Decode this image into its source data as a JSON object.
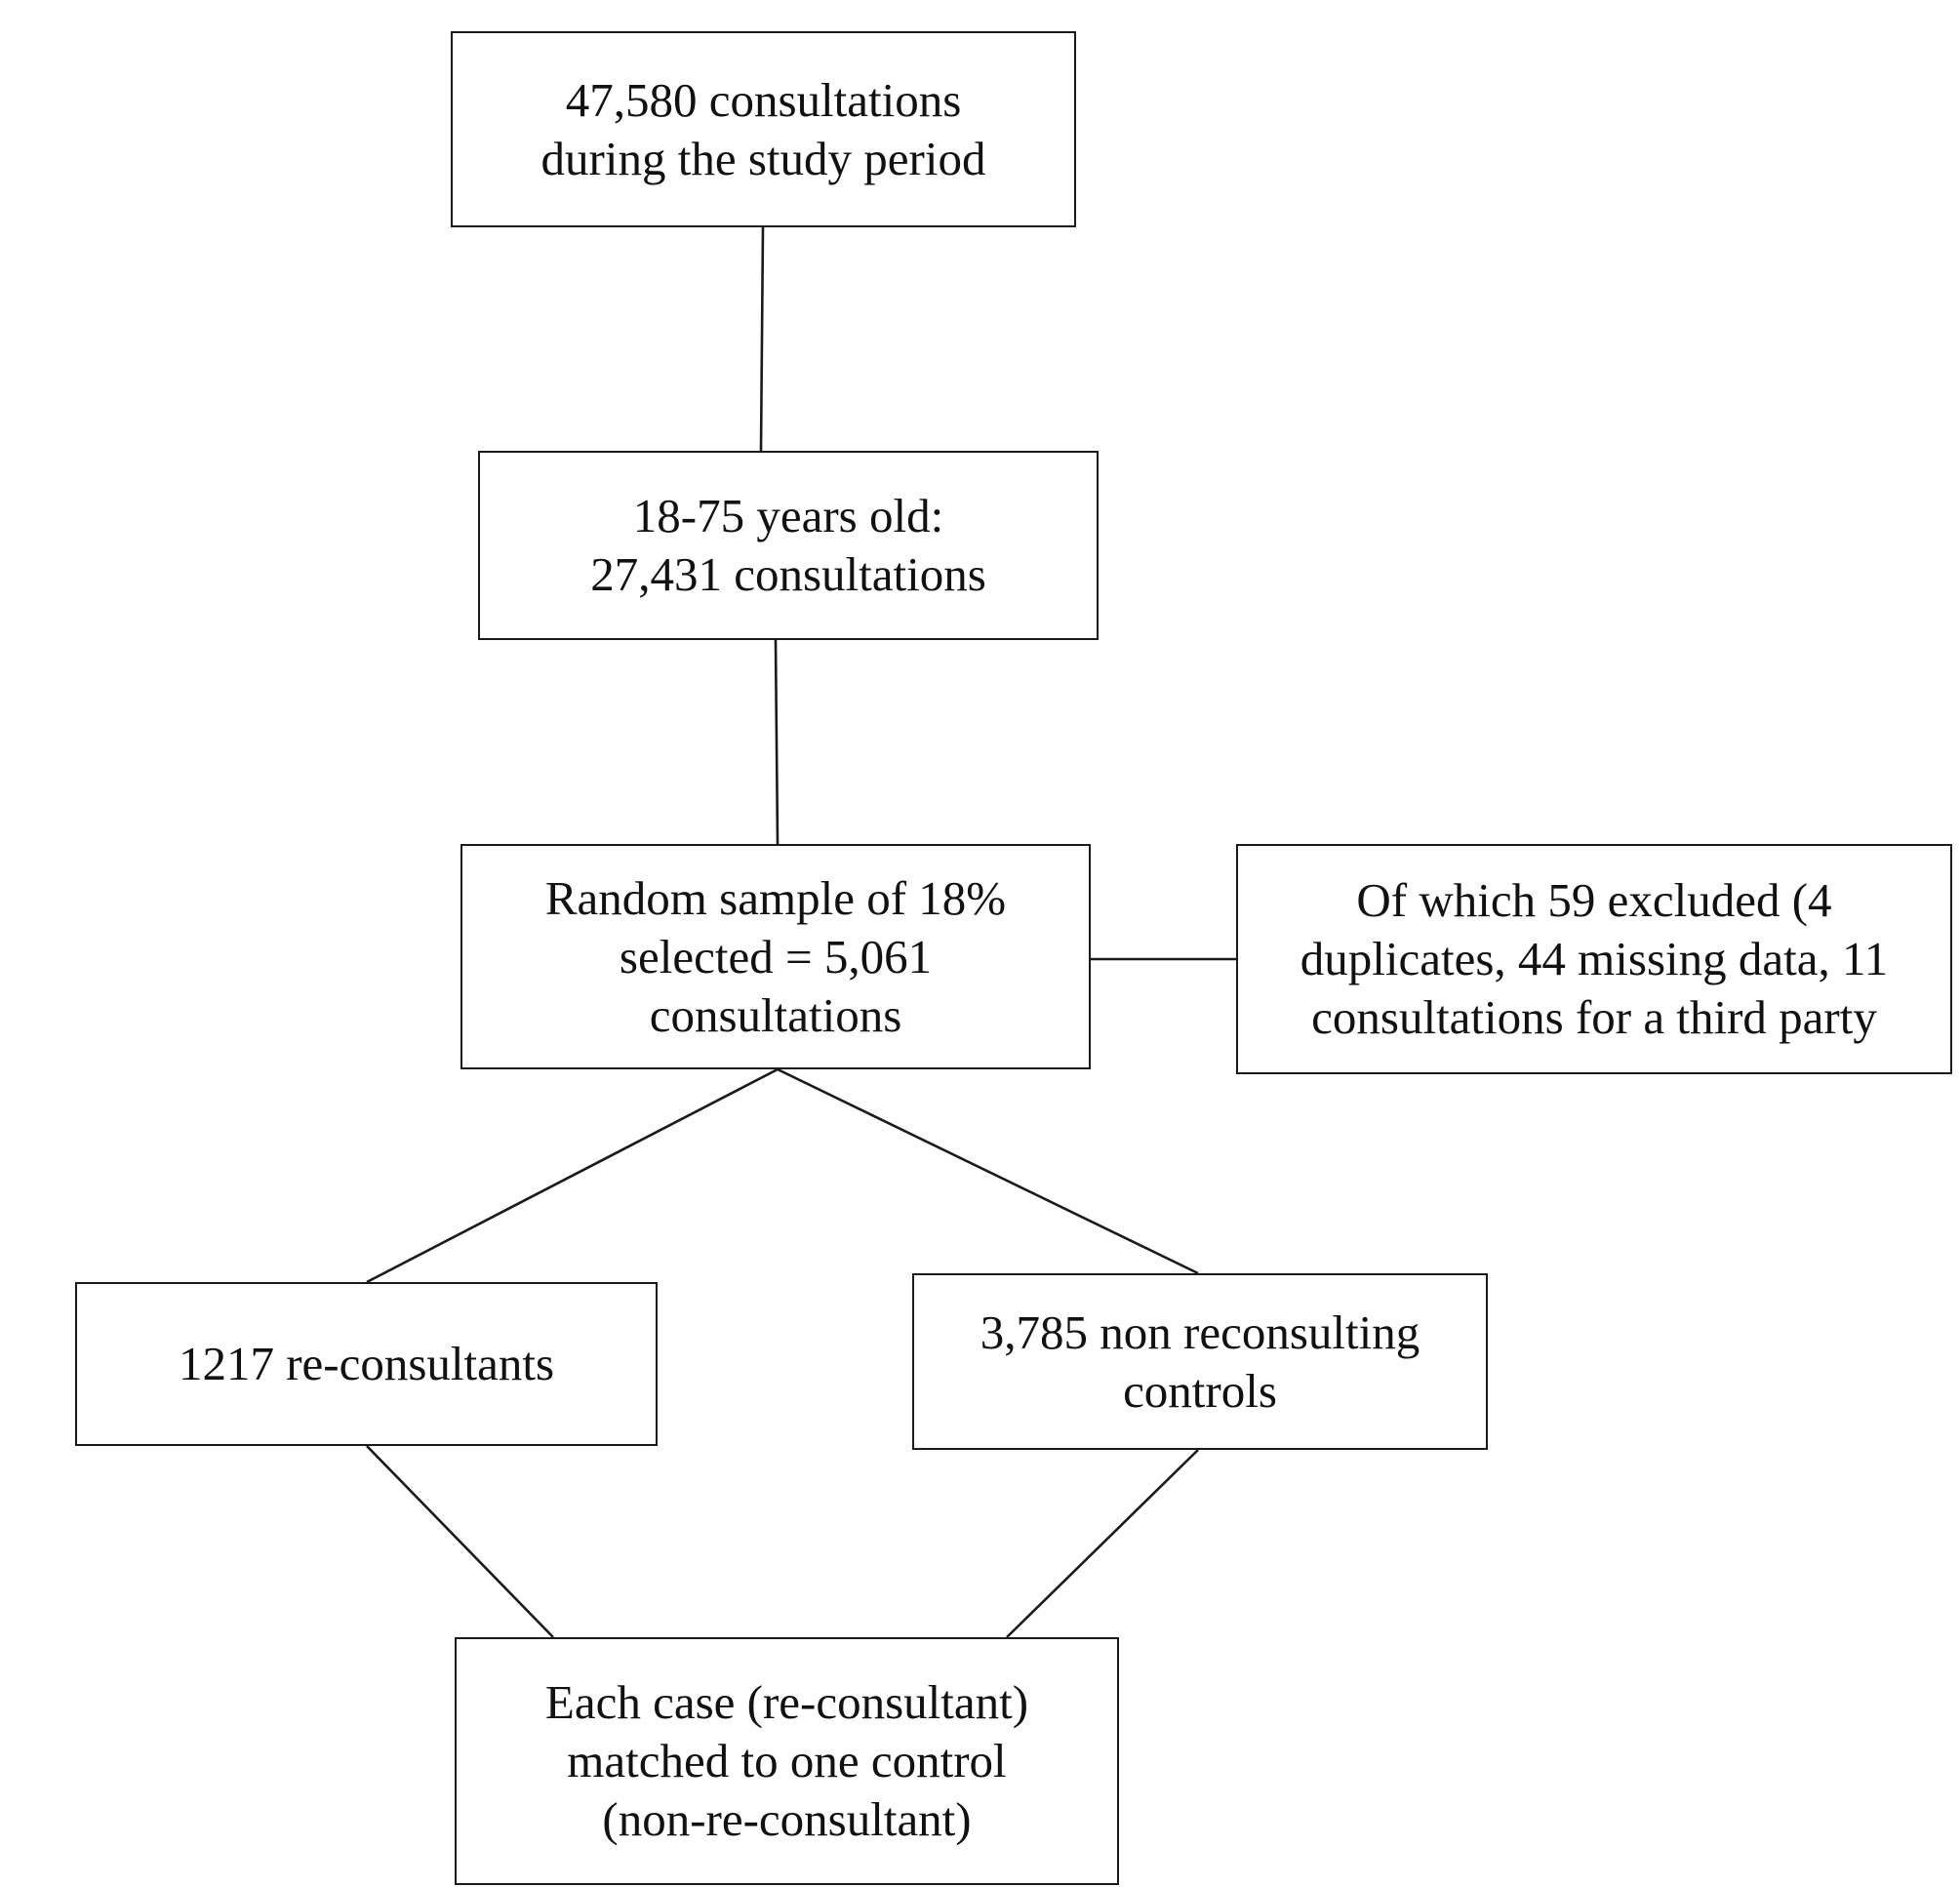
{
  "diagram": {
    "line_color": "#1a1a1a",
    "boxes": [
      {
        "id": "box-1",
        "lines": [
          "47,580 consultations",
          "during the study period"
        ]
      },
      {
        "id": "box-2",
        "lines": [
          "18-75 years old:",
          "27,431 consultations"
        ]
      },
      {
        "id": "box-3",
        "lines": [
          "Random sample of 18%",
          "selected = 5,061",
          "consultations"
        ]
      },
      {
        "id": "box-4",
        "lines": [
          "Of which 59 excluded (4",
          "duplicates, 44 missing data, 11",
          "consultations for a third party"
        ]
      },
      {
        "id": "box-5",
        "lines": [
          "1217 re-consultants"
        ]
      },
      {
        "id": "box-6",
        "lines": [
          "3,785 non reconsulting",
          "controls"
        ]
      },
      {
        "id": "box-7",
        "lines": [
          "Each case (re-consultant)",
          "matched to one control",
          "(non-re-consultant)"
        ]
      }
    ]
  }
}
